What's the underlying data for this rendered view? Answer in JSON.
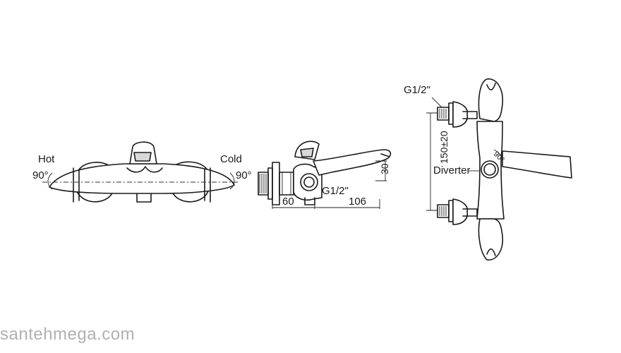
{
  "front_view": {
    "hot_label": "Hot",
    "hot_angle": "90°",
    "cold_label": "Cold",
    "cold_angle": "90°"
  },
  "side_view": {
    "dim_30": "30",
    "dim_60": "60",
    "dim_106": "106",
    "thread_label": "G1/2\""
  },
  "top_view": {
    "thread_label": "G1/2\"",
    "center_distance": "150±20",
    "diverter_label": "Diverter",
    "diverter_angle": "90°"
  },
  "watermark": "santehmega.com"
}
